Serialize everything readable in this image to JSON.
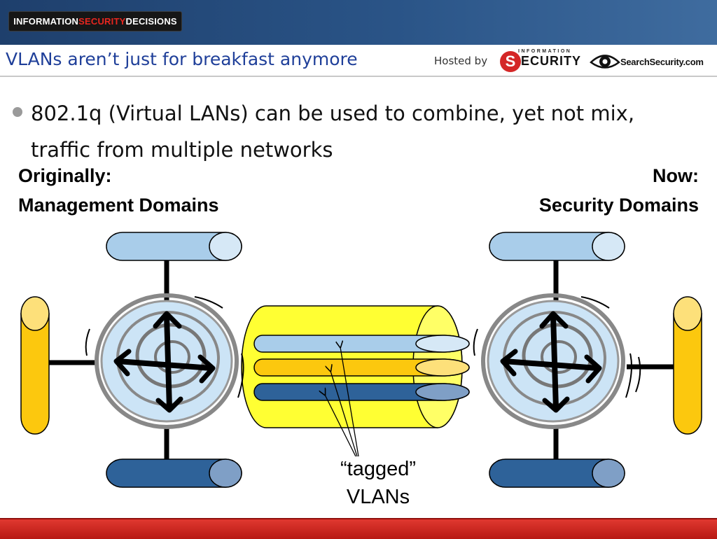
{
  "header": {
    "brand": {
      "part1": "INFORMATION ",
      "part2": "SECURITY",
      "part3": " DECISIONS"
    },
    "title": "VLANs aren’t just for breakfast anymore",
    "hosted_by": "Hosted by",
    "sponsor1": {
      "top": "INFORMATION",
      "letter": "S",
      "word": "ECURITY"
    },
    "sponsor2": "SearchSecurity.com"
  },
  "content": {
    "bullet": "802.1q (Virtual LANs) can be used to combine, yet not mix, traffic from multiple networks",
    "left_label": {
      "line1": "Originally:",
      "line2": "Management Domains"
    },
    "right_label": {
      "line1": "Now:",
      "line2": "Security Domains"
    },
    "tag_label": {
      "line1": "“tagged”",
      "line2": "VLANs"
    }
  },
  "colors": {
    "light_blue": "#a9cdea",
    "dark_blue": "#2e6299",
    "yellow": "#fcc80e",
    "trunk_yellow": "#ffff33",
    "title_blue": "#1f3f99",
    "footer_red": "#cc2017"
  },
  "icons": {
    "left_switch": "switch-router-icon",
    "right_switch": "switch-router-icon"
  }
}
